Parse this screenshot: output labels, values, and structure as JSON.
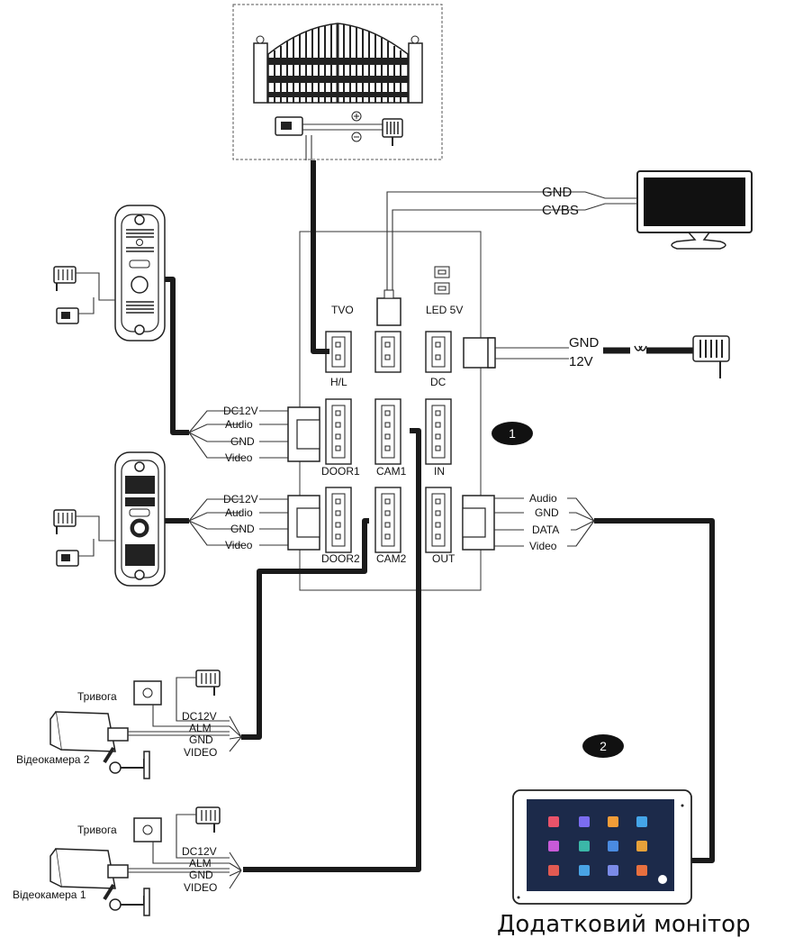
{
  "labels": {
    "monitor_gnd": "GND",
    "monitor_cvbs": "CVBS",
    "tvo": "TVO",
    "led5v": "LED 5V",
    "hl": "H/L",
    "dc": "DC",
    "power_gnd": "GND",
    "power_12v": "12V",
    "door1": "DOOR1",
    "cam1": "CAM1",
    "in": "IN",
    "door2": "DOOR2",
    "cam2": "CAM2",
    "out": "OUT",
    "badge1": "1",
    "badge2": "2",
    "extra_monitor": "Додатковий монітор"
  },
  "door1_wires": [
    "DC12V",
    "Audio",
    "GND",
    "Video"
  ],
  "door2_wires": [
    "DC12V",
    "Audio",
    "GND",
    "Video"
  ],
  "out_wires": [
    "Audio",
    "GND",
    "DATA",
    "Video"
  ],
  "camera2": {
    "alarm": "Тривога",
    "wires": [
      "DC12V",
      "ALM",
      "GND",
      "VIDEO"
    ],
    "name": "Відеокамера 2"
  },
  "camera1": {
    "alarm": "Тривога",
    "wires": [
      "DC12V",
      "ALM",
      "GND",
      "VIDEO"
    ],
    "name": "Відеокамера 1"
  }
}
